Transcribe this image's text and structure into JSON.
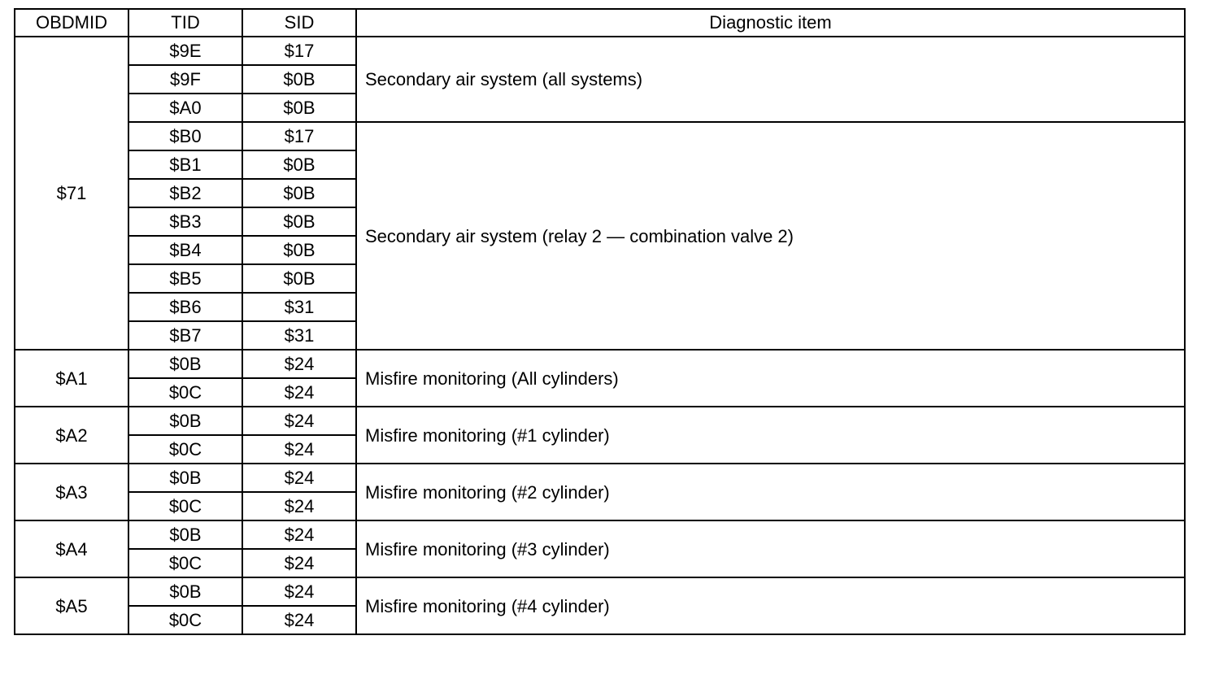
{
  "columns": {
    "obdmid": "OBDMID",
    "tid": "TID",
    "sid": "SID",
    "item": "Diagnostic item"
  },
  "groups": [
    {
      "obdmid": "$71",
      "items": [
        {
          "label": "Secondary air system (all systems)",
          "rows": [
            {
              "tid": "$9E",
              "sid": "$17"
            },
            {
              "tid": "$9F",
              "sid": "$0B"
            },
            {
              "tid": "$A0",
              "sid": "$0B"
            }
          ]
        },
        {
          "label": "Secondary air system (relay 2 — combination valve 2)",
          "rows": [
            {
              "tid": "$B0",
              "sid": "$17"
            },
            {
              "tid": "$B1",
              "sid": "$0B"
            },
            {
              "tid": "$B2",
              "sid": "$0B"
            },
            {
              "tid": "$B3",
              "sid": "$0B"
            },
            {
              "tid": "$B4",
              "sid": "$0B"
            },
            {
              "tid": "$B5",
              "sid": "$0B"
            },
            {
              "tid": "$B6",
              "sid": "$31"
            },
            {
              "tid": "$B7",
              "sid": "$31"
            }
          ]
        }
      ]
    },
    {
      "obdmid": "$A1",
      "items": [
        {
          "label": "Misfire monitoring (All cylinders)",
          "rows": [
            {
              "tid": "$0B",
              "sid": "$24"
            },
            {
              "tid": "$0C",
              "sid": "$24"
            }
          ]
        }
      ]
    },
    {
      "obdmid": "$A2",
      "items": [
        {
          "label": "Misfire monitoring (#1 cylinder)",
          "rows": [
            {
              "tid": "$0B",
              "sid": "$24"
            },
            {
              "tid": "$0C",
              "sid": "$24"
            }
          ]
        }
      ]
    },
    {
      "obdmid": "$A3",
      "items": [
        {
          "label": "Misfire monitoring (#2 cylinder)",
          "rows": [
            {
              "tid": "$0B",
              "sid": "$24"
            },
            {
              "tid": "$0C",
              "sid": "$24"
            }
          ]
        }
      ]
    },
    {
      "obdmid": "$A4",
      "items": [
        {
          "label": "Misfire monitoring (#3 cylinder)",
          "rows": [
            {
              "tid": "$0B",
              "sid": "$24"
            },
            {
              "tid": "$0C",
              "sid": "$24"
            }
          ]
        }
      ]
    },
    {
      "obdmid": "$A5",
      "items": [
        {
          "label": "Misfire monitoring (#4 cylinder)",
          "rows": [
            {
              "tid": "$0B",
              "sid": "$24"
            },
            {
              "tid": "$0C",
              "sid": "$24"
            }
          ]
        }
      ]
    }
  ]
}
